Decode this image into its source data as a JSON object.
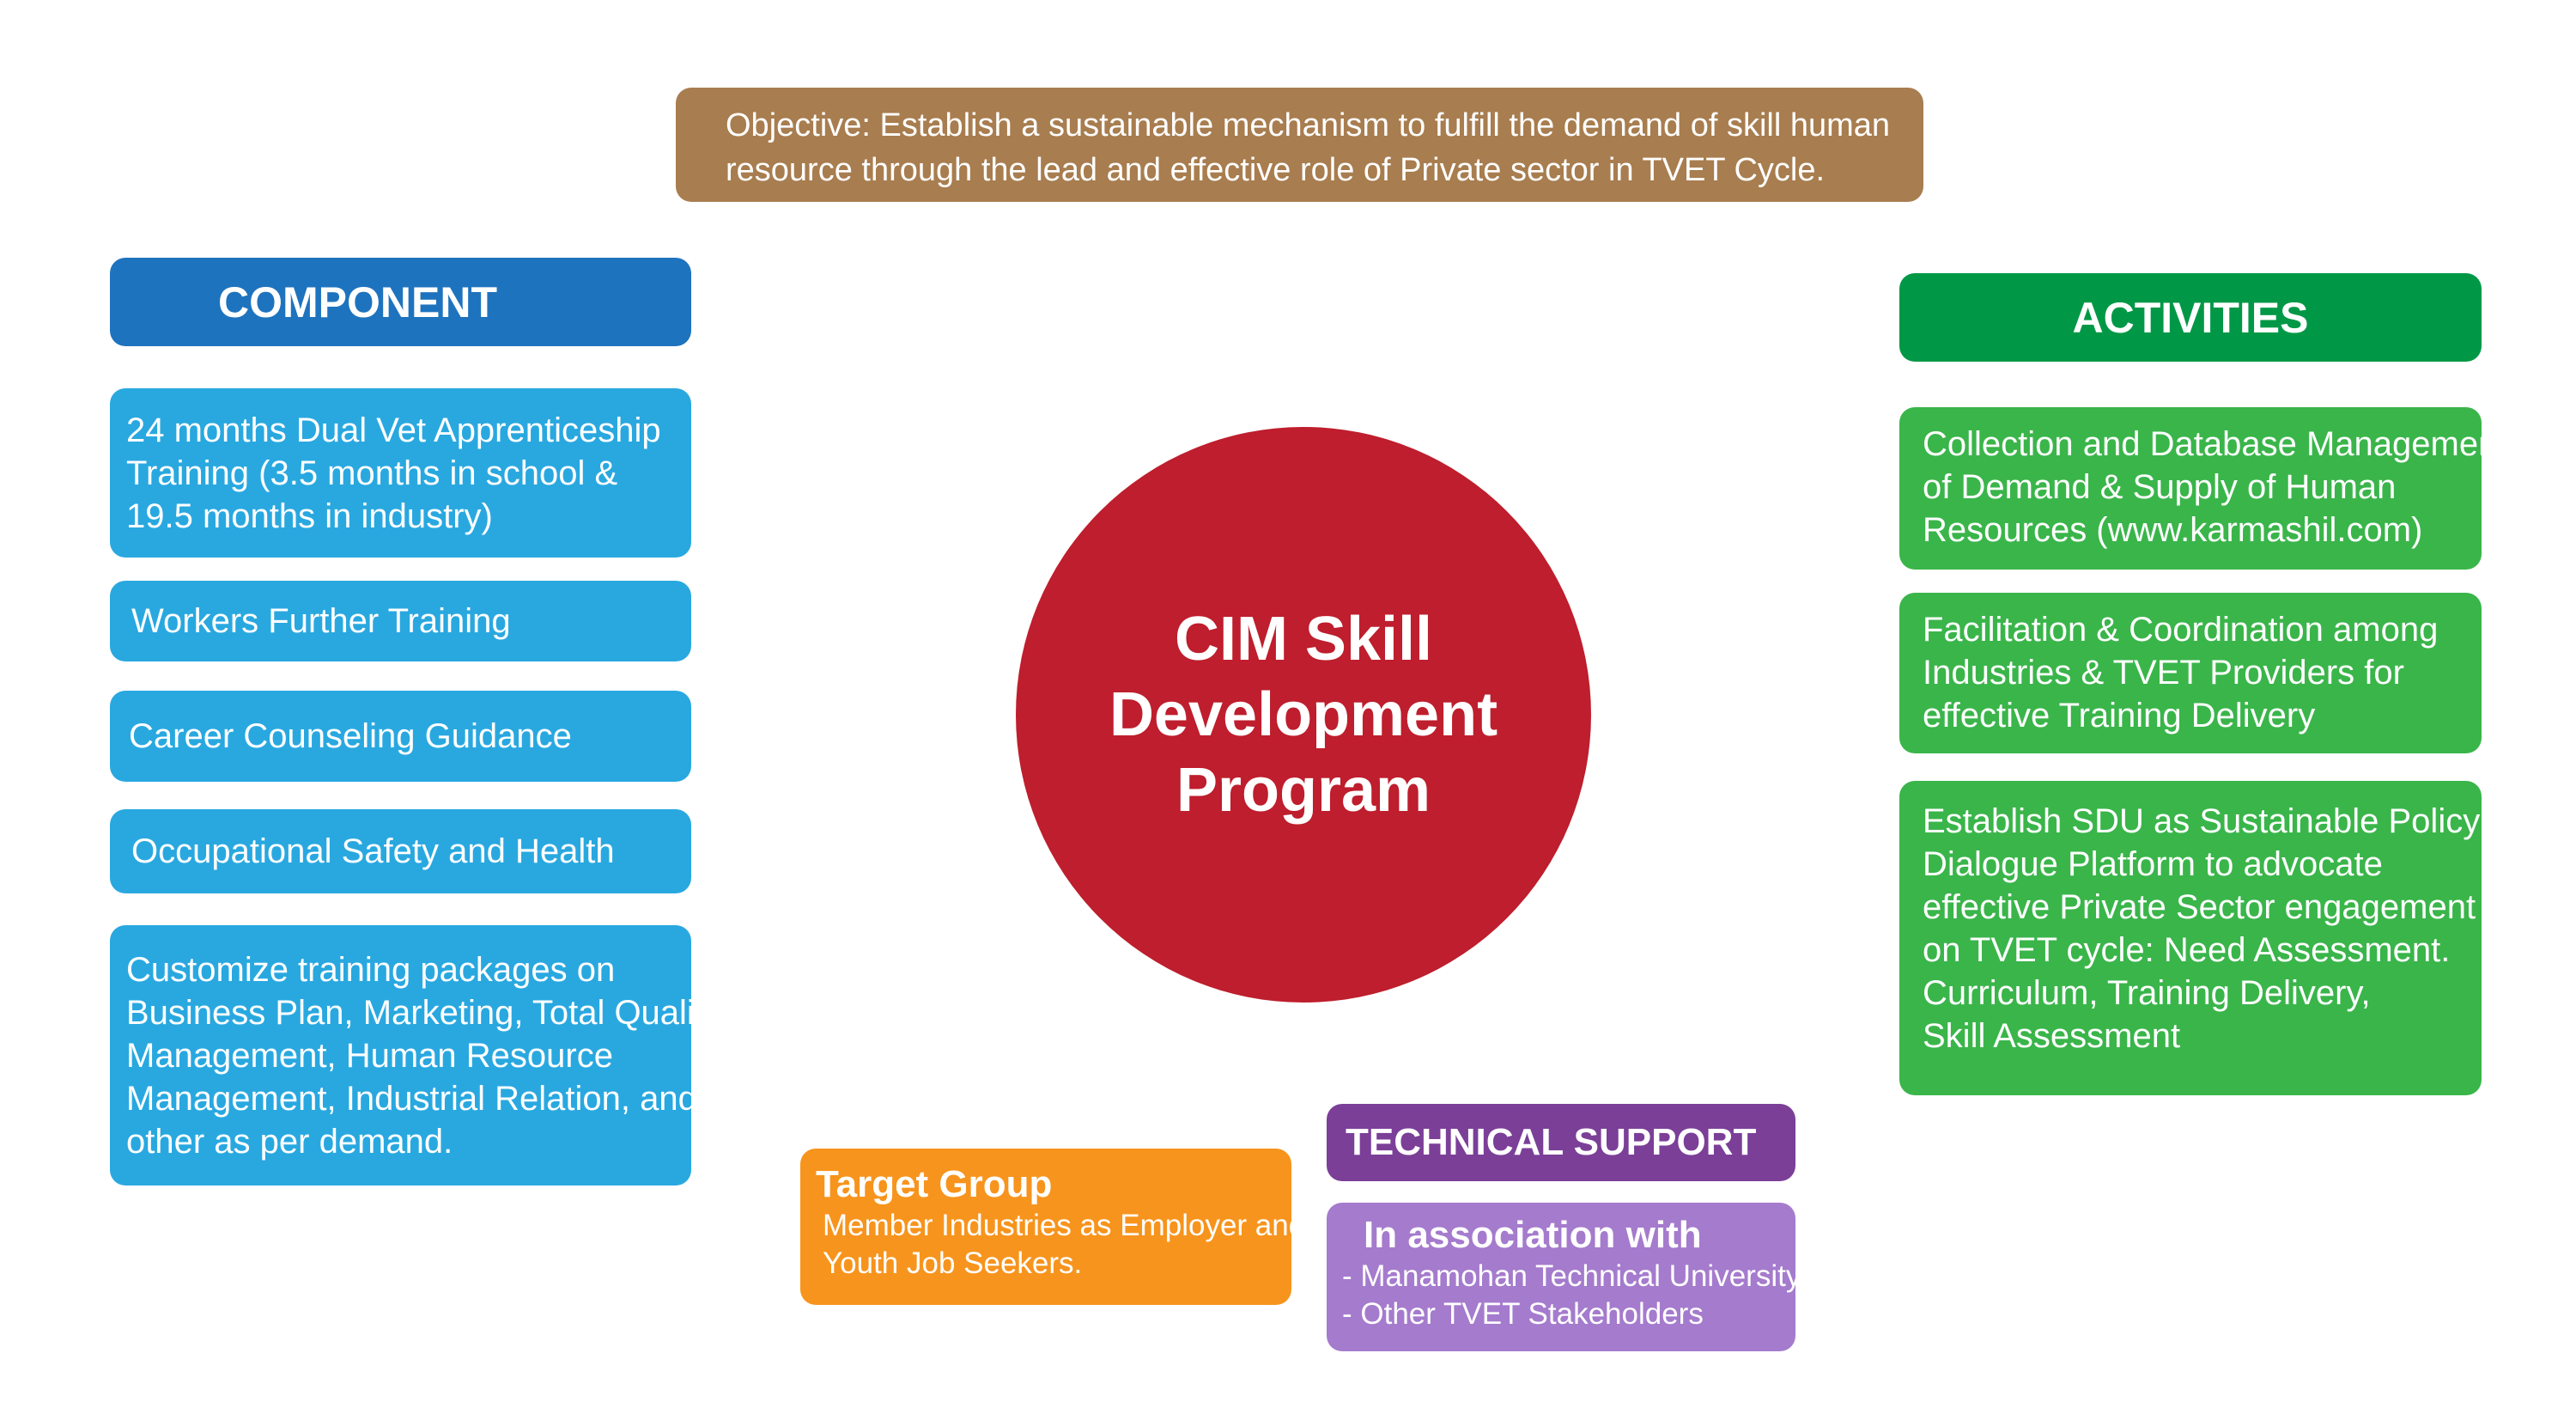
{
  "objective": {
    "line1": "Objective: Establish a sustainable mechanism to fulfill the demand of skill human",
    "line2": "resource through the lead and effective role of Private sector in TVET Cycle."
  },
  "component": {
    "header": "COMPONENT",
    "items": [
      [
        "24 months Dual Vet Apprenticeship",
        "Training (3.5 months in school &",
        "19.5 months in industry)"
      ],
      [
        "Workers Further Training"
      ],
      [
        "Career Counseling Guidance"
      ],
      [
        "Occupational Safety and Health"
      ],
      [
        "Customize training packages on",
        "Business Plan, Marketing, Total Quality",
        "Management, Human Resource",
        "Management, Industrial Relation, and",
        "other as per demand."
      ]
    ]
  },
  "center": {
    "lines": [
      "CIM Skill",
      "Development",
      "Program"
    ]
  },
  "activities": {
    "header": "ACTIVITIES",
    "items": [
      [
        "Collection and Database Management",
        "of Demand & Supply of Human",
        "Resources (www.karmashil.com)"
      ],
      [
        "Facilitation & Coordination among",
        "Industries & TVET Providers for",
        "effective Training Delivery"
      ],
      [
        "Establish SDU as Sustainable Policy",
        "Dialogue Platform to advocate",
        "effective Private Sector engagement",
        "on TVET cycle: Need Assessment.",
        "Curriculum, Training Delivery,",
        "Skill Assessment"
      ]
    ]
  },
  "target_group": {
    "title": "Target Group",
    "lines": [
      "Member Industries as Employer and",
      "Youth Job Seekers."
    ]
  },
  "technical_support": {
    "header": "TECHNICAL SUPPORT",
    "title": "In association with",
    "lines": [
      "- Manamohan Technical University",
      "- Other TVET Stakeholders"
    ]
  },
  "colors": {
    "objective": "#a87d4f",
    "component_header": "#1e73be",
    "component_item": "#29a8e0",
    "activities_header": "#009846",
    "activities_item": "#3ab54a",
    "center_circle": "#be1e2d",
    "target_group": "#f7941d",
    "technical_header": "#7b3f98",
    "technical_box": "#a57bcd"
  }
}
